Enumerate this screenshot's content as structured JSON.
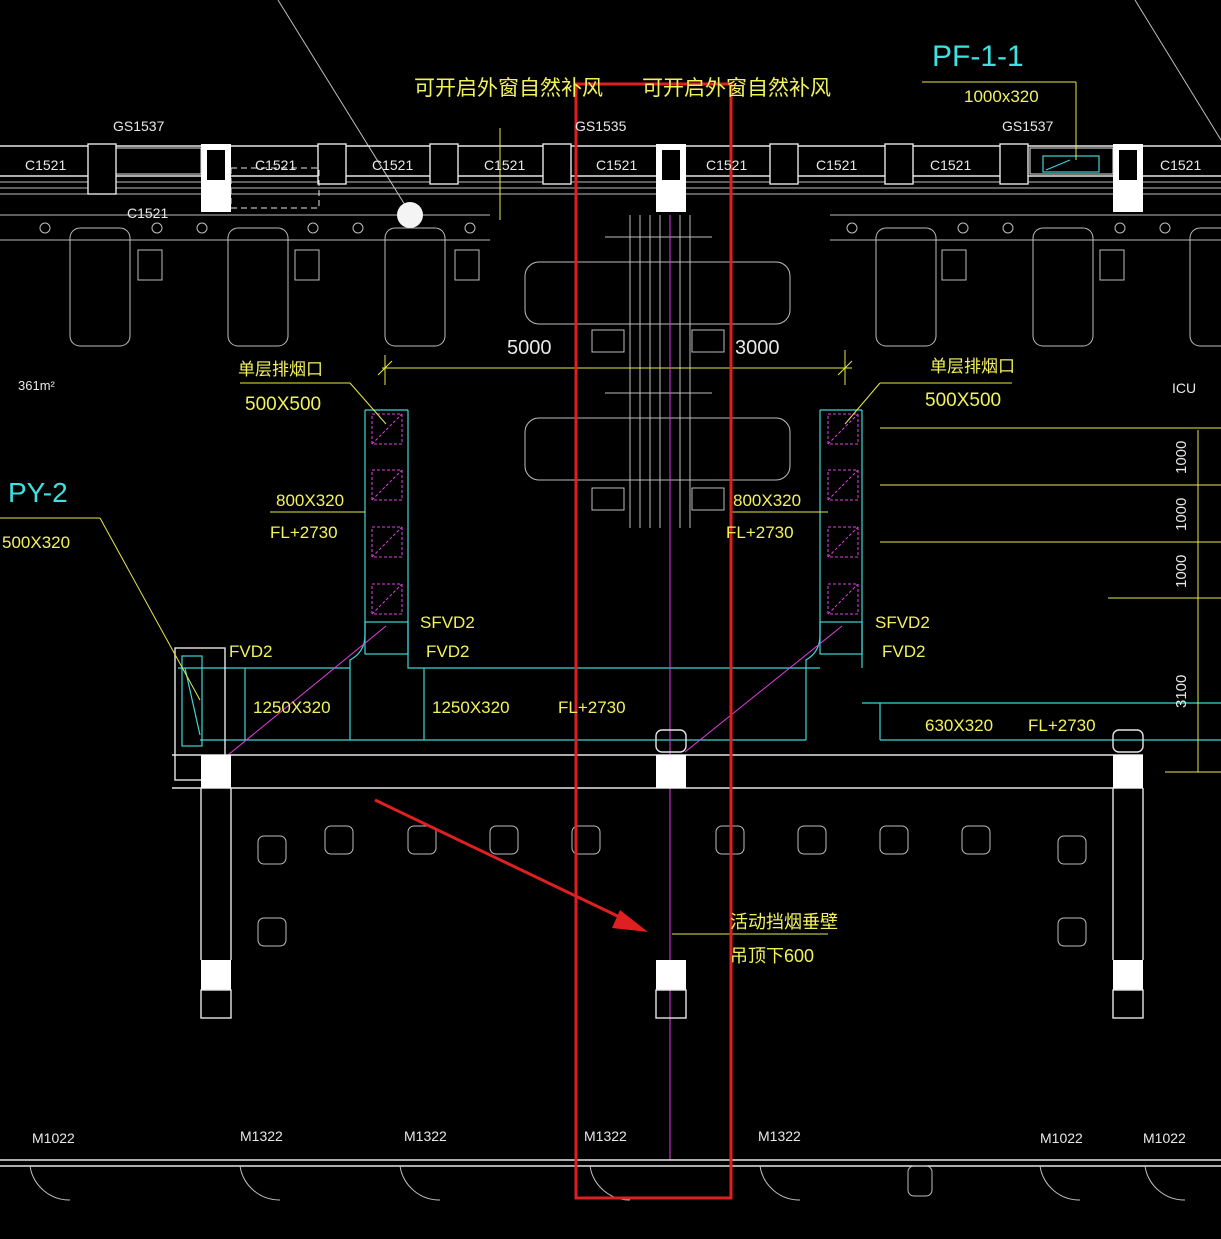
{
  "labels": {
    "natural_air_left": "可开启外窗自然补风",
    "natural_air_right": "可开启外窗自然补风",
    "pf_title": "PF-1-1",
    "pf_size": "1000x320",
    "gs_left": "GS1537",
    "gs_mid": "GS1535",
    "gs_right": "GS1537",
    "c1521": "C1521",
    "dim_5000": "5000",
    "dim_3000": "3000",
    "area_361": "361m²",
    "icu": "ICU",
    "single_smoke_left": "单层排烟口",
    "smoke_size_left": "500X500",
    "single_smoke_right": "单层排烟口",
    "smoke_size_right": "500X500",
    "py2_title": "PY-2",
    "py2_size": "500X320",
    "duct_800_left": "800X320",
    "fl_left": "FL+2730",
    "duct_800_right": "800X320",
    "fl_right": "FL+2730",
    "sfvd2_left": "SFVD2",
    "fvd2_left_a": "FVD2",
    "fvd2_left_b": "FVD2",
    "sfvd2_right": "SFVD2",
    "fvd2_right": "FVD2",
    "duct_1250_a": "1250X320",
    "duct_1250_b": "1250X320",
    "fl_center": "FL+2730",
    "duct_630": "630X320",
    "fl_630": "FL+2730",
    "dim_1000_a": "1000",
    "dim_1000_b": "1000",
    "dim_1000_c": "1000",
    "dim_3100": "3100",
    "smoke_barrier_line1": "活动挡烟垂壁",
    "smoke_barrier_line2": "吊顶下600",
    "m1022_left": "M1022",
    "m1322_a": "M1322",
    "m1322_b": "M1322",
    "m1322_c": "M1322",
    "m1322_d": "M1322",
    "m1022_right_a": "M1022",
    "m1022_right_b": "M1022"
  },
  "colors": {
    "background": "#000000",
    "annotation_yellow": "#f2f25a",
    "duct_cyan": "#3ed6d6",
    "outlet_magenta": "#e040e0",
    "wall_white": "#e6e6e6",
    "highlight_red": "#e02020"
  }
}
